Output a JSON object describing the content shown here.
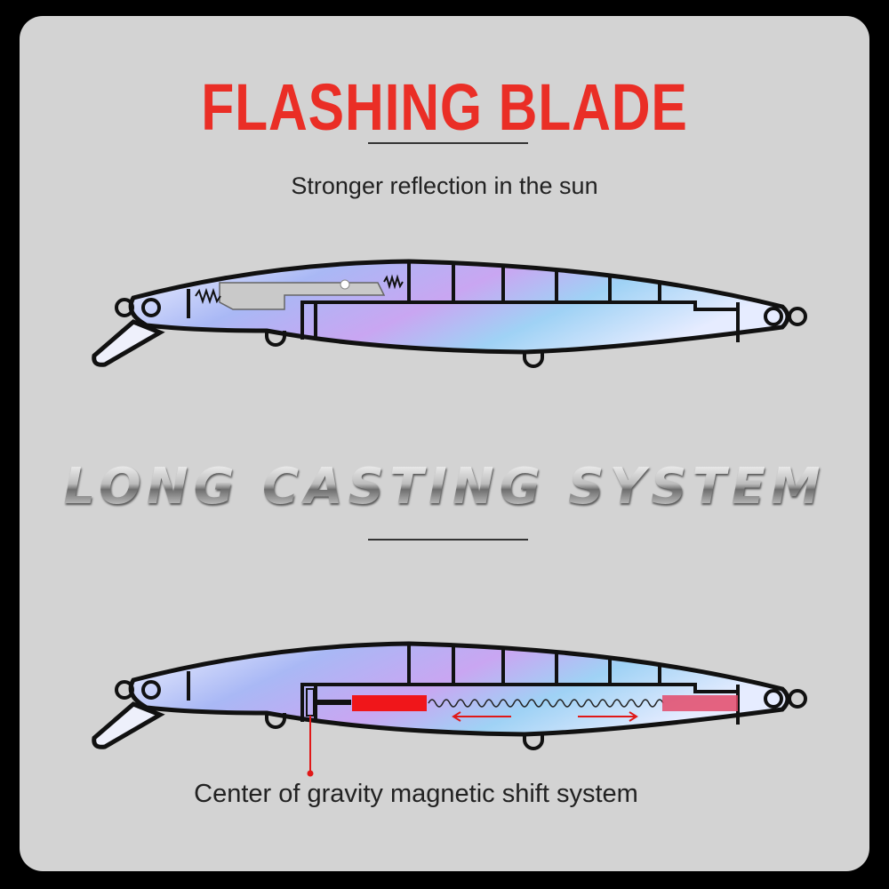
{
  "title": "FLASHING BLADE",
  "subtitle": "Stronger reflection in the sun",
  "hero_text": "LONG CASTING SYSTEM",
  "caption": "Center of gravity magnetic shift system",
  "colors": {
    "title": "#ea2e26",
    "background": "#d3d3d3",
    "weight": "#f0161a",
    "magnet": "#e34a6a"
  }
}
